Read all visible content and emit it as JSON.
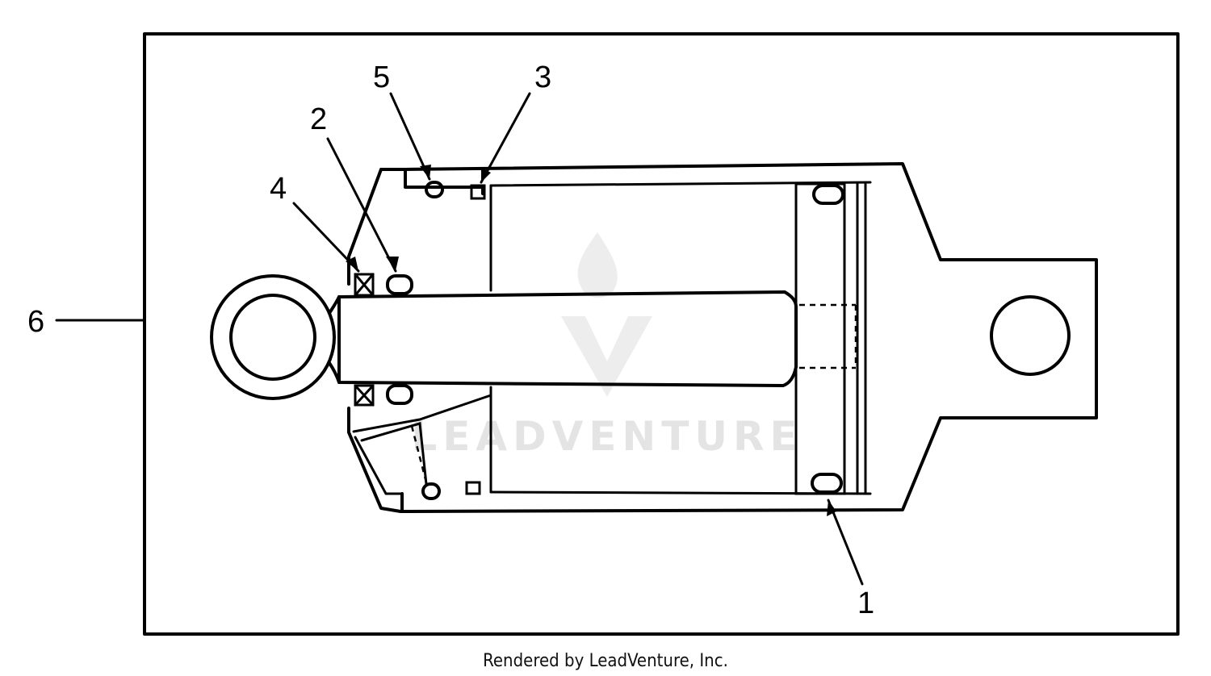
{
  "diagram": {
    "callouts": {
      "c1": "1",
      "c2": "2",
      "c3": "3",
      "c4": "4",
      "c5": "5",
      "c6": "6"
    },
    "watermark": "LEADVENTURE",
    "footer": "Rendered by LeadVenture, Inc."
  }
}
